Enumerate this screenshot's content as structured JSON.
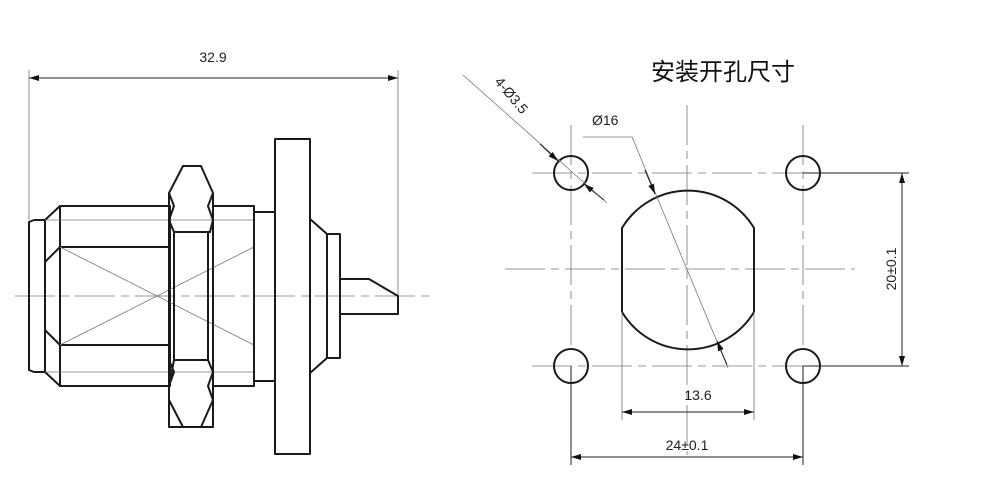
{
  "side_view": {
    "overall_length_label": "32.9"
  },
  "mounting_view": {
    "title": "安装开孔尺寸",
    "hole_callout": "4-Ø3.5",
    "cutout_diameter_label": "Ø16",
    "flat_width_label": "13.6",
    "horizontal_spacing_label": "24±0.1",
    "vertical_spacing_label": "20±0.1"
  }
}
